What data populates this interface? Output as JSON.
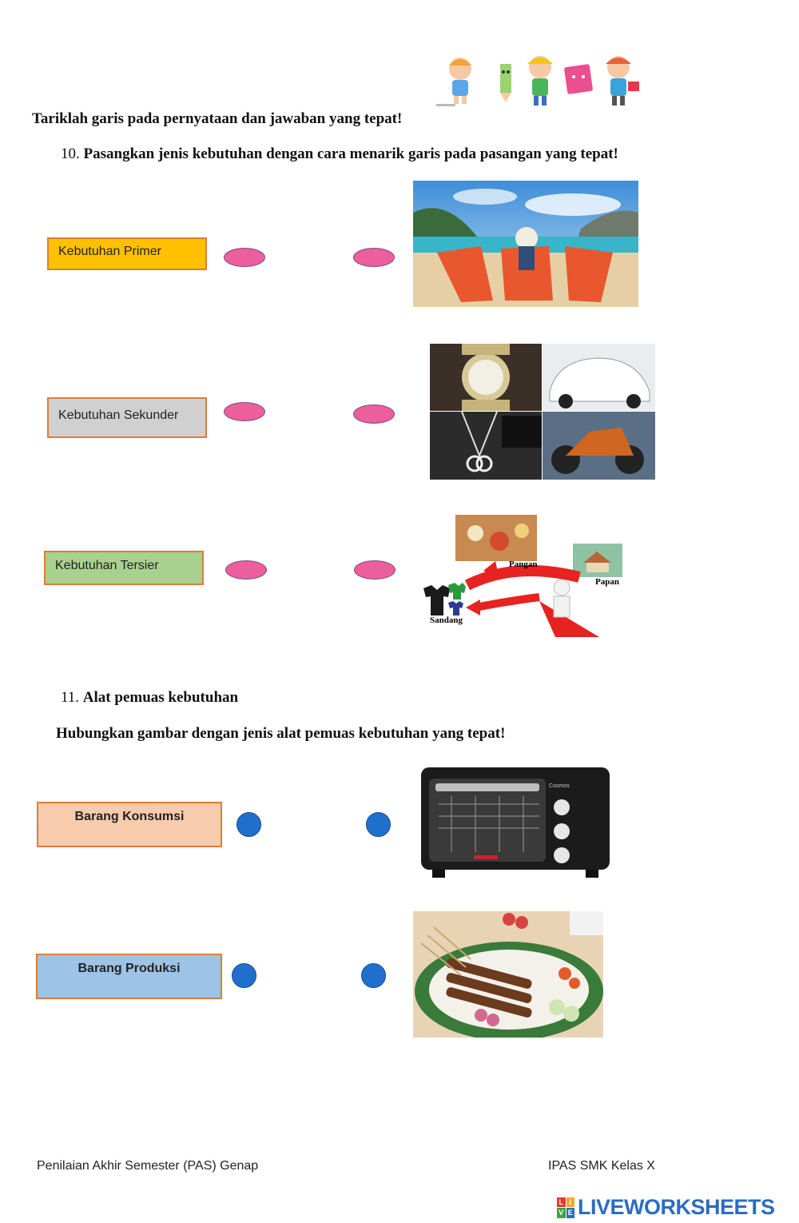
{
  "instructions": "Tariklah garis pada pernyataan dan jawaban yang tepat!",
  "question10": {
    "number": "10.",
    "text": "Pasangkan jenis kebutuhan dengan cara menarik garis pada pasangan yang tepat!",
    "labels": [
      "Kebutuhan Primer",
      "Kebutuhan Sekunder",
      "Kebutuhan Tersier"
    ],
    "image_captions": {
      "pangan": "Pangan",
      "papan": "Papan",
      "sandang": "Sandang"
    }
  },
  "question11": {
    "number": "11.",
    "title": "Alat pemuas kebutuhan",
    "instruction": "Hubungkan gambar dengan jenis alat pemuas kebutuhan yang tepat!",
    "labels": [
      "Barang Konsumsi",
      "Barang Produksi"
    ],
    "oven_brand": "Cosmos"
  },
  "footer": {
    "left": "Penilaian Akhir Semester (PAS) Genap",
    "right": "IPAS SMK Kelas X"
  },
  "branding": {
    "logo_text": "LIVEWORKSHEETS",
    "badge_letters": [
      "L",
      "I",
      "V",
      "E"
    ]
  },
  "colors": {
    "primer_box": "#ffc000",
    "sekunder_box": "#d0d0d0",
    "tersier_box": "#a9d18e",
    "konsumsi_box": "#f8cbad",
    "produksi_box": "#9dc3e6",
    "pink_dot": "#ec5f9c",
    "blue_dot": "#1f6fcd",
    "box_border": "#e07b39"
  }
}
